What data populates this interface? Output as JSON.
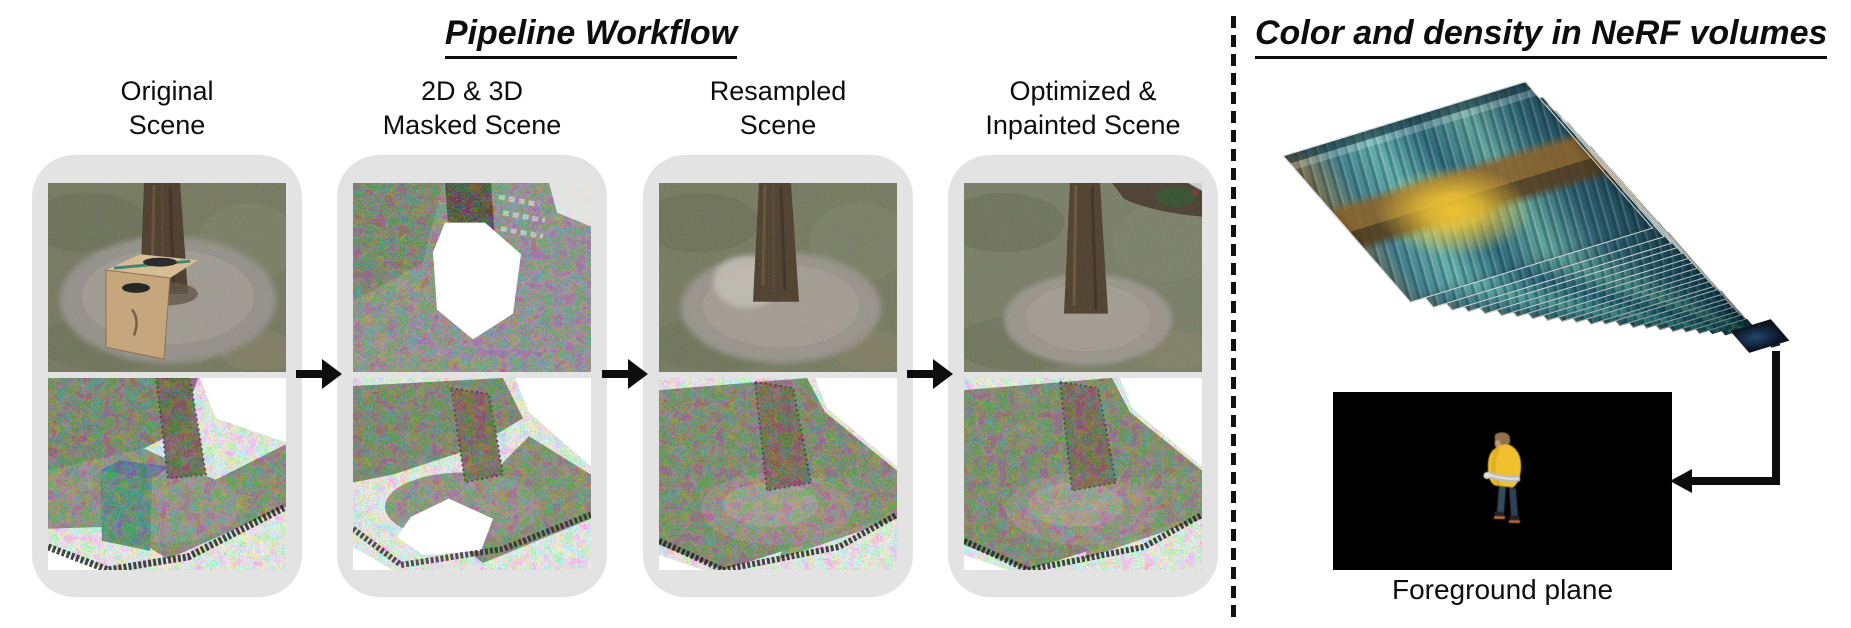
{
  "colors": {
    "card_background": "#e3e3e3",
    "arrow_black": "#0d0d0d",
    "foreground_plane_background": "#000000",
    "volume_teal": "#3f8691",
    "jacket_yellow": "#f0c02e"
  },
  "left_panel": {
    "title": "Pipeline Workflow",
    "stages": [
      {
        "label": "Original\nScene",
        "top_image": "photo-box-tree-scene",
        "bottom_image": "pointcloud-box-tree-scene"
      },
      {
        "label": "2D & 3D\nMasked Scene",
        "top_image": "pointcloud-masked-render",
        "bottom_image": "pointcloud-masked-scene"
      },
      {
        "label": "Resampled\nScene",
        "top_image": "photo-resampled-tree",
        "bottom_image": "pointcloud-tree-scene"
      },
      {
        "label": "Optimized &\nInpainted Scene",
        "top_image": "photo-inpainted-tree",
        "bottom_image": "pointcloud-tree-scene-optimized"
      }
    ]
  },
  "right_panel": {
    "title": "Color and density in NeRF volumes",
    "volume_planes_count": 26,
    "foreground_caption": "Foreground plane"
  }
}
